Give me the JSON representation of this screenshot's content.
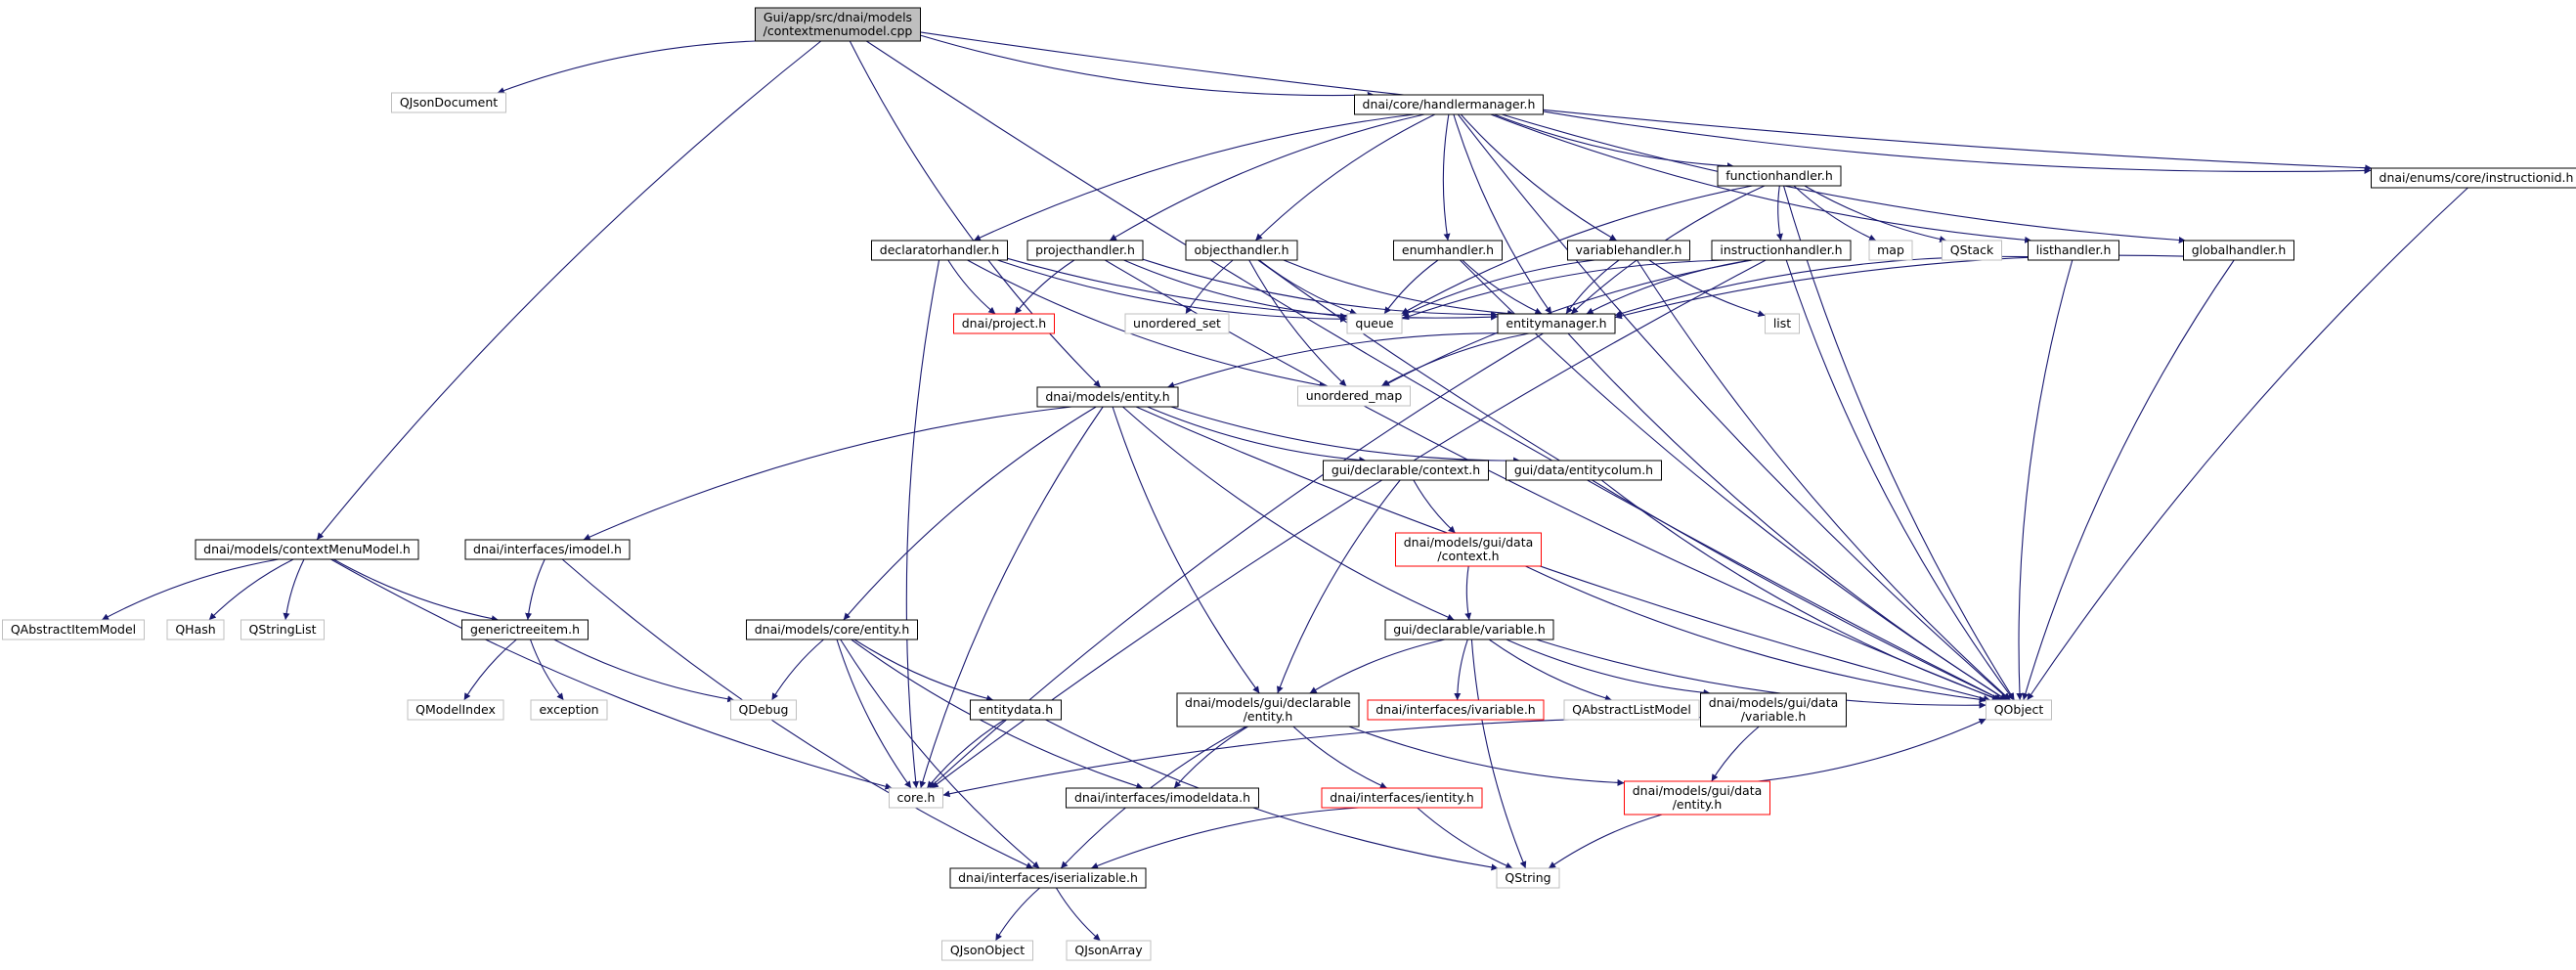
{
  "graph": {
    "nodes": [
      {
        "id": "root",
        "lines": [
          "Gui/app/src/dnai/models",
          "/contextmenumodel.cpp"
        ],
        "style": "root"
      },
      {
        "id": "qjsondocument",
        "lines": [
          "QJsonDocument"
        ],
        "style": "external"
      },
      {
        "id": "handlermanager",
        "lines": [
          "dnai/core/handlermanager.h"
        ],
        "style": "normal"
      },
      {
        "id": "instructionid",
        "lines": [
          "dnai/enums/core/instructionid.h"
        ],
        "style": "normal"
      },
      {
        "id": "functionhandler",
        "lines": [
          "functionhandler.h"
        ],
        "style": "normal"
      },
      {
        "id": "declaratorhandler",
        "lines": [
          "declaratorhandler.h"
        ],
        "style": "normal"
      },
      {
        "id": "projecthandler",
        "lines": [
          "projecthandler.h"
        ],
        "style": "normal"
      },
      {
        "id": "objecthandler",
        "lines": [
          "objecthandler.h"
        ],
        "style": "normal"
      },
      {
        "id": "enumhandler",
        "lines": [
          "enumhandler.h"
        ],
        "style": "normal"
      },
      {
        "id": "variablehandler",
        "lines": [
          "variablehandler.h"
        ],
        "style": "normal"
      },
      {
        "id": "instructionhandler",
        "lines": [
          "instructionhandler.h"
        ],
        "style": "normal"
      },
      {
        "id": "map",
        "lines": [
          "map"
        ],
        "style": "external"
      },
      {
        "id": "qstack",
        "lines": [
          "QStack"
        ],
        "style": "external"
      },
      {
        "id": "listhandler",
        "lines": [
          "listhandler.h"
        ],
        "style": "normal"
      },
      {
        "id": "globalhandler",
        "lines": [
          "globalhandler.h"
        ],
        "style": "normal"
      },
      {
        "id": "project",
        "lines": [
          "dnai/project.h"
        ],
        "style": "truncated"
      },
      {
        "id": "unordered_set",
        "lines": [
          "unordered_set"
        ],
        "style": "external"
      },
      {
        "id": "queue",
        "lines": [
          "queue"
        ],
        "style": "external"
      },
      {
        "id": "entitymanager",
        "lines": [
          "entitymanager.h"
        ],
        "style": "normal"
      },
      {
        "id": "list",
        "lines": [
          "list"
        ],
        "style": "external"
      },
      {
        "id": "unordered_map",
        "lines": [
          "unordered_map"
        ],
        "style": "external"
      },
      {
        "id": "models_entity",
        "lines": [
          "dnai/models/entity.h"
        ],
        "style": "normal"
      },
      {
        "id": "gui_context",
        "lines": [
          "gui/declarable/context.h"
        ],
        "style": "normal"
      },
      {
        "id": "entitycolum",
        "lines": [
          "gui/data/entitycolum.h"
        ],
        "style": "normal"
      },
      {
        "id": "contextmenumodel",
        "lines": [
          "dnai/models/contextMenuModel.h"
        ],
        "style": "normal"
      },
      {
        "id": "imodel",
        "lines": [
          "dnai/interfaces/imodel.h"
        ],
        "style": "normal"
      },
      {
        "id": "data_context",
        "lines": [
          "dnai/models/gui/data",
          "/context.h"
        ],
        "style": "truncated"
      },
      {
        "id": "qabstractitemmodel",
        "lines": [
          "QAbstractItemModel"
        ],
        "style": "external"
      },
      {
        "id": "qhash",
        "lines": [
          "QHash"
        ],
        "style": "external"
      },
      {
        "id": "qstringlist",
        "lines": [
          "QStringList"
        ],
        "style": "external"
      },
      {
        "id": "generictreeitem",
        "lines": [
          "generictreeitem.h"
        ],
        "style": "normal"
      },
      {
        "id": "core_entity",
        "lines": [
          "dnai/models/core/entity.h"
        ],
        "style": "normal"
      },
      {
        "id": "gui_variable",
        "lines": [
          "gui/declarable/variable.h"
        ],
        "style": "normal"
      },
      {
        "id": "qmodelindex",
        "lines": [
          "QModelIndex"
        ],
        "style": "external"
      },
      {
        "id": "exception",
        "lines": [
          "exception"
        ],
        "style": "external"
      },
      {
        "id": "qdebug",
        "lines": [
          "QDebug"
        ],
        "style": "external"
      },
      {
        "id": "entitydata",
        "lines": [
          "entitydata.h"
        ],
        "style": "normal"
      },
      {
        "id": "declarable_entity",
        "lines": [
          "dnai/models/gui/declarable",
          "/entity.h"
        ],
        "style": "normal"
      },
      {
        "id": "ivariable",
        "lines": [
          "dnai/interfaces/ivariable.h"
        ],
        "style": "truncated"
      },
      {
        "id": "qabstractlistmodel",
        "lines": [
          "QAbstractListModel"
        ],
        "style": "external"
      },
      {
        "id": "data_variable",
        "lines": [
          "dnai/models/gui/data",
          "/variable.h"
        ],
        "style": "normal"
      },
      {
        "id": "qobject",
        "lines": [
          "QObject"
        ],
        "style": "external"
      },
      {
        "id": "core",
        "lines": [
          "core.h"
        ],
        "style": "external"
      },
      {
        "id": "imodeldata",
        "lines": [
          "dnai/interfaces/imodeldata.h"
        ],
        "style": "normal"
      },
      {
        "id": "ientity",
        "lines": [
          "dnai/interfaces/ientity.h"
        ],
        "style": "truncated"
      },
      {
        "id": "data_entity",
        "lines": [
          "dnai/models/gui/data",
          "/entity.h"
        ],
        "style": "truncated"
      },
      {
        "id": "iserializable",
        "lines": [
          "dnai/interfaces/iserializable.h"
        ],
        "style": "normal"
      },
      {
        "id": "qstring",
        "lines": [
          "QString"
        ],
        "style": "external"
      },
      {
        "id": "qjsonobject",
        "lines": [
          "QJsonObject"
        ],
        "style": "external"
      },
      {
        "id": "qjsonarray",
        "lines": [
          "QJsonArray"
        ],
        "style": "external"
      }
    ],
    "edges": [
      [
        "root",
        "qjsondocument"
      ],
      [
        "root",
        "handlermanager"
      ],
      [
        "root",
        "instructionid"
      ],
      [
        "root",
        "models_entity"
      ],
      [
        "root",
        "contextmenumodel"
      ],
      [
        "root",
        "qobject"
      ],
      [
        "handlermanager",
        "functionhandler"
      ],
      [
        "handlermanager",
        "declaratorhandler"
      ],
      [
        "handlermanager",
        "projecthandler"
      ],
      [
        "handlermanager",
        "objecthandler"
      ],
      [
        "handlermanager",
        "enumhandler"
      ],
      [
        "handlermanager",
        "variablehandler"
      ],
      [
        "handlermanager",
        "listhandler"
      ],
      [
        "handlermanager",
        "globalhandler"
      ],
      [
        "handlermanager",
        "entitymanager"
      ],
      [
        "handlermanager",
        "instructionid"
      ],
      [
        "handlermanager",
        "qobject"
      ],
      [
        "instructionid",
        "qobject"
      ],
      [
        "functionhandler",
        "instructionhandler"
      ],
      [
        "functionhandler",
        "map"
      ],
      [
        "functionhandler",
        "qstack"
      ],
      [
        "functionhandler",
        "queue"
      ],
      [
        "functionhandler",
        "entitymanager"
      ],
      [
        "functionhandler",
        "qobject"
      ],
      [
        "declaratorhandler",
        "project"
      ],
      [
        "declaratorhandler",
        "queue"
      ],
      [
        "declaratorhandler",
        "entitymanager"
      ],
      [
        "declaratorhandler",
        "unordered_map"
      ],
      [
        "declaratorhandler",
        "core"
      ],
      [
        "projecthandler",
        "project"
      ],
      [
        "projecthandler",
        "queue"
      ],
      [
        "projecthandler",
        "entitymanager"
      ],
      [
        "projecthandler",
        "qobject"
      ],
      [
        "objecthandler",
        "unordered_set"
      ],
      [
        "objecthandler",
        "queue"
      ],
      [
        "objecthandler",
        "entitymanager"
      ],
      [
        "objecthandler",
        "unordered_map"
      ],
      [
        "objecthandler",
        "qobject"
      ],
      [
        "enumhandler",
        "queue"
      ],
      [
        "enumhandler",
        "entitymanager"
      ],
      [
        "enumhandler",
        "qobject"
      ],
      [
        "variablehandler",
        "queue"
      ],
      [
        "variablehandler",
        "entitymanager"
      ],
      [
        "variablehandler",
        "list"
      ],
      [
        "variablehandler",
        "qobject"
      ],
      [
        "instructionhandler",
        "queue"
      ],
      [
        "instructionhandler",
        "entitymanager"
      ],
      [
        "instructionhandler",
        "unordered_map"
      ],
      [
        "instructionhandler",
        "core"
      ],
      [
        "instructionhandler",
        "qobject"
      ],
      [
        "listhandler",
        "entitymanager"
      ],
      [
        "listhandler",
        "qobject"
      ],
      [
        "globalhandler",
        "entitymanager"
      ],
      [
        "globalhandler",
        "qobject"
      ],
      [
        "entitymanager",
        "unordered_map"
      ],
      [
        "entitymanager",
        "models_entity"
      ],
      [
        "entitymanager",
        "core"
      ],
      [
        "entitymanager",
        "qobject"
      ],
      [
        "models_entity",
        "gui_context"
      ],
      [
        "models_entity",
        "entitycolum"
      ],
      [
        "models_entity",
        "imodel"
      ],
      [
        "models_entity",
        "core_entity"
      ],
      [
        "models_entity",
        "core"
      ],
      [
        "models_entity",
        "declarable_entity"
      ],
      [
        "models_entity",
        "gui_variable"
      ],
      [
        "models_entity",
        "qobject"
      ],
      [
        "gui_context",
        "data_context"
      ],
      [
        "gui_context",
        "declarable_entity"
      ],
      [
        "entitycolum",
        "qobject"
      ],
      [
        "data_context",
        "gui_variable"
      ],
      [
        "data_context",
        "qobject"
      ],
      [
        "contextmenumodel",
        "qabstractitemmodel"
      ],
      [
        "contextmenumodel",
        "qhash"
      ],
      [
        "contextmenumodel",
        "qstringlist"
      ],
      [
        "contextmenumodel",
        "generictreeitem"
      ],
      [
        "contextmenumodel",
        "core"
      ],
      [
        "imodel",
        "generictreeitem"
      ],
      [
        "imodel",
        "iserializable"
      ],
      [
        "generictreeitem",
        "qmodelindex"
      ],
      [
        "generictreeitem",
        "exception"
      ],
      [
        "generictreeitem",
        "qdebug"
      ],
      [
        "core_entity",
        "qdebug"
      ],
      [
        "core_entity",
        "entitydata"
      ],
      [
        "core_entity",
        "core"
      ],
      [
        "core_entity",
        "imodeldata"
      ],
      [
        "core_entity",
        "iserializable"
      ],
      [
        "gui_variable",
        "declarable_entity"
      ],
      [
        "gui_variable",
        "ivariable"
      ],
      [
        "gui_variable",
        "qabstractlistmodel"
      ],
      [
        "gui_variable",
        "data_variable"
      ],
      [
        "gui_variable",
        "qobject"
      ],
      [
        "gui_variable",
        "qstring"
      ],
      [
        "entitydata",
        "core"
      ],
      [
        "entitydata",
        "qstring"
      ],
      [
        "declarable_entity",
        "imodeldata"
      ],
      [
        "declarable_entity",
        "ientity"
      ],
      [
        "declarable_entity",
        "data_entity"
      ],
      [
        "declarable_entity",
        "iserializable"
      ],
      [
        "data_variable",
        "core"
      ],
      [
        "data_variable",
        "data_entity"
      ],
      [
        "ientity",
        "iserializable"
      ],
      [
        "ientity",
        "qstring"
      ],
      [
        "data_entity",
        "qstring"
      ],
      [
        "data_entity",
        "qobject"
      ],
      [
        "iserializable",
        "qjsonobject"
      ],
      [
        "iserializable",
        "qjsonarray"
      ]
    ]
  },
  "colors": {
    "edge": "#191970",
    "root_fill": "#bfbfbf",
    "normal_border": "#000000",
    "external_border": "#bfbfbf",
    "truncated_border": "#ff0000",
    "text": "#000000"
  }
}
